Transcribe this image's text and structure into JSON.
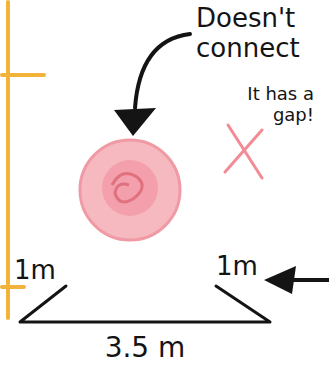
{
  "diagram": {
    "labels": [
      "Doesn't connect",
      "It has a gap!",
      "1m",
      "1m",
      "3.5 m"
    ]
  }
}
